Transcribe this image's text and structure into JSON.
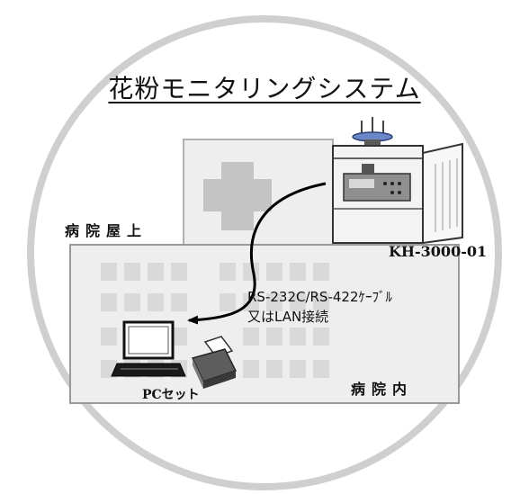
{
  "title": "花粉モニタリングシステム",
  "labels": {
    "rooftop": "病院屋上",
    "device_model": "KH-3000-01",
    "cable_line1": "RS-232C/RS-422ｹｰﾌﾞﾙ",
    "cable_line2": "又はLAN接続",
    "pc_set": "PCセット",
    "inside_hospital": "病院内"
  },
  "colors": {
    "circle_border": "#cfcfcf",
    "building_fill": "#eeeeee",
    "building_border": "#9a9a9a",
    "window_fill": "#d9d9d9",
    "cross": "#c4c4c4",
    "arrow": "#000000"
  },
  "icons": [
    "monitoring-device-cabinet",
    "laptop-icon",
    "printer-icon",
    "curved-arrow"
  ]
}
